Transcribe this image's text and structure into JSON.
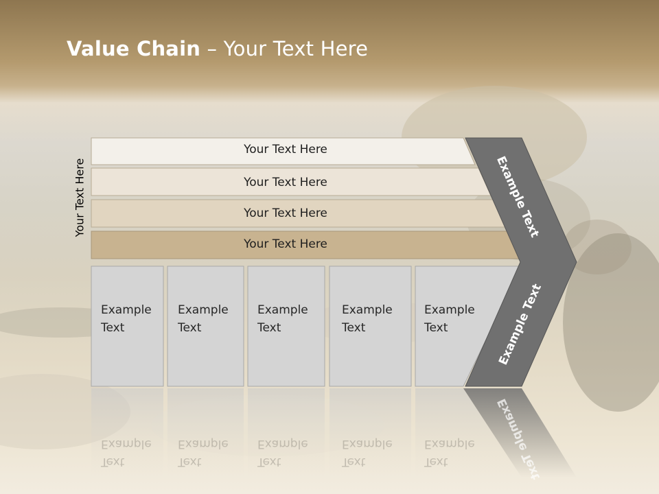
{
  "title": {
    "bold": "Value Chain",
    "rest": " – Your Text Here"
  },
  "side_label": "Your Text Here",
  "bars": [
    {
      "label": "Your Text Here"
    },
    {
      "label": "Your Text Here"
    },
    {
      "label": "Your Text Here"
    },
    {
      "label": "Your Text Here"
    }
  ],
  "boxes": [
    {
      "line1": "Example",
      "line2": "Text"
    },
    {
      "line1": "Example",
      "line2": "Text"
    },
    {
      "line1": "Example",
      "line2": "Text"
    },
    {
      "line1": "Example",
      "line2": "Text"
    },
    {
      "line1": "Example",
      "line2": "Text"
    }
  ],
  "chevron": {
    "upper_label": "Example Text",
    "lower_label": "Example Text"
  },
  "colors": {
    "bar_1": "#f3f0ea",
    "bar_2": "#ece4d8",
    "bar_3": "#e1d5c0",
    "bar_4": "#c8b390",
    "box": "#d4d4d4",
    "chevron": "#707070",
    "title_band": "#9c8660"
  }
}
